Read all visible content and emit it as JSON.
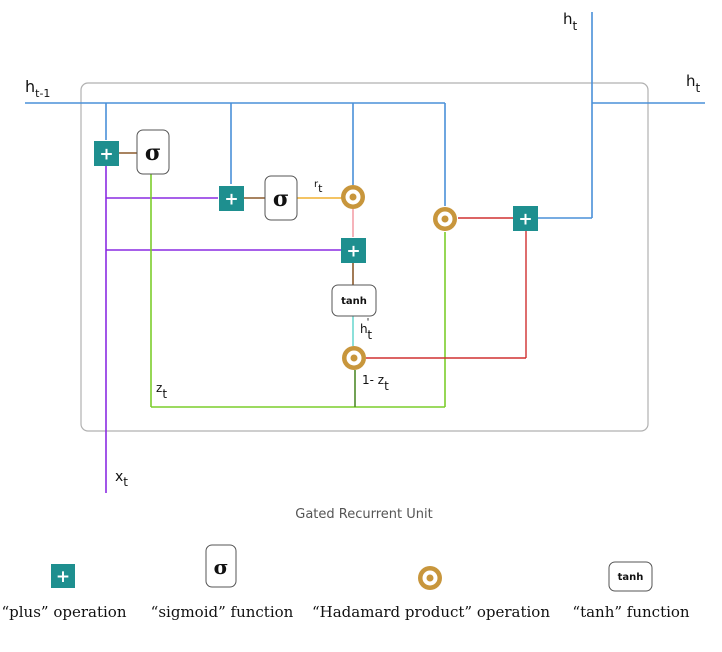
{
  "diagram": {
    "caption": "Gated Recurrent Unit",
    "labels": {
      "h_prev": "h",
      "h_prev_sub": "t-1",
      "h_out_top": "h",
      "h_out_top_sub": "t",
      "h_out_right": "h",
      "h_out_right_sub": "t",
      "x": "x",
      "x_sub": "t",
      "r": "r",
      "r_sub": "t",
      "z": "z",
      "z_sub": "t",
      "h_cand": "h",
      "h_cand_prime": "'",
      "h_cand_sub": "t",
      "one_minus": "1- z",
      "one_minus_sub": "t"
    },
    "sigmoid_symbol": "σ",
    "tanh_label": "tanh",
    "plus_symbol": "+",
    "colors": {
      "hidden": "#4a90d9",
      "input": "#8a2be2",
      "update": "#7ccd2b",
      "reset": "#f0b030",
      "output": "#d03030",
      "brown": "#8b5a2b",
      "cyan": "#70d8d0",
      "pink": "#f4a0a8",
      "op_plus": "#1e8f8f",
      "op_hadamard": "#c8963c",
      "frame": "#b0b0b0"
    }
  },
  "legend": [
    {
      "icon": "plus",
      "text": "“plus” operation"
    },
    {
      "icon": "sigmoid",
      "text": "“sigmoid” function"
    },
    {
      "icon": "hadamard",
      "text": "“Hadamard product” operation"
    },
    {
      "icon": "tanh",
      "text": "“tanh” function"
    }
  ]
}
